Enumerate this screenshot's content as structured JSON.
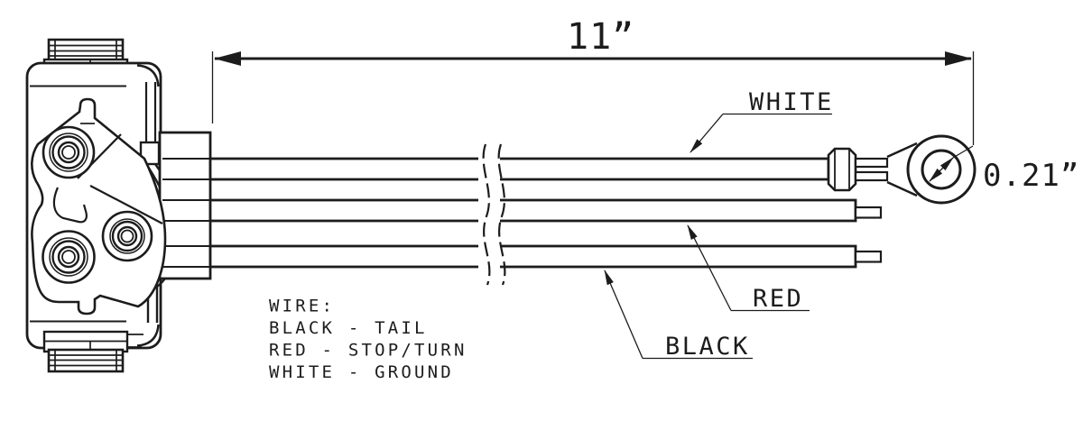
{
  "page": {
    "background": "#ffffff",
    "ink": "#1c1c1c"
  },
  "dimension": {
    "length_label": "11”"
  },
  "ring_terminal": {
    "hole_diameter_label": "0.21”"
  },
  "callouts": {
    "white": "WHITE",
    "red": "RED",
    "black": "BLACK"
  },
  "legend": {
    "title": "WIRE:",
    "entries": [
      "BLACK - TAIL",
      "RED - STOP/TURN",
      "WHITE - GROUND"
    ]
  }
}
